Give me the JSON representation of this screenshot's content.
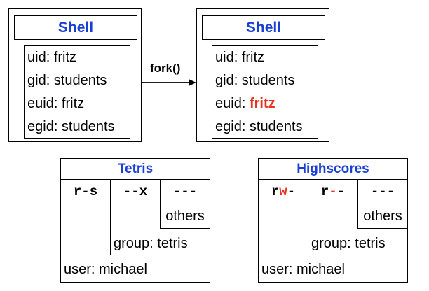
{
  "colors": {
    "title": "#1a3fd6",
    "highlight": "#e8321e"
  },
  "left_shell": {
    "title": "Shell",
    "uid": "uid: fritz",
    "gid": "gid: students",
    "euid": "euid: fritz",
    "egid": "egid: students"
  },
  "arrow_label": "fork()",
  "right_shell": {
    "title": "Shell",
    "uid": "uid: fritz",
    "gid": "gid: students",
    "euid_prefix": "euid: ",
    "euid_value": "fritz",
    "egid": "egid: students"
  },
  "tetris": {
    "title": "Tetris",
    "perm_user": "r-s",
    "perm_group": "--x",
    "perm_others": "---",
    "others_label": "others",
    "group_label": "group: tetris",
    "user_label": "user: michael"
  },
  "highscores": {
    "title": "Highscores",
    "perm_user_a": "r",
    "perm_user_b": "w",
    "perm_user_c": "-",
    "perm_group_a": "r",
    "perm_group_b": "-",
    "perm_group_c": "-",
    "perm_others": "---",
    "others_label": "others",
    "group_label": "group: tetris",
    "user_label": "user: michael"
  }
}
